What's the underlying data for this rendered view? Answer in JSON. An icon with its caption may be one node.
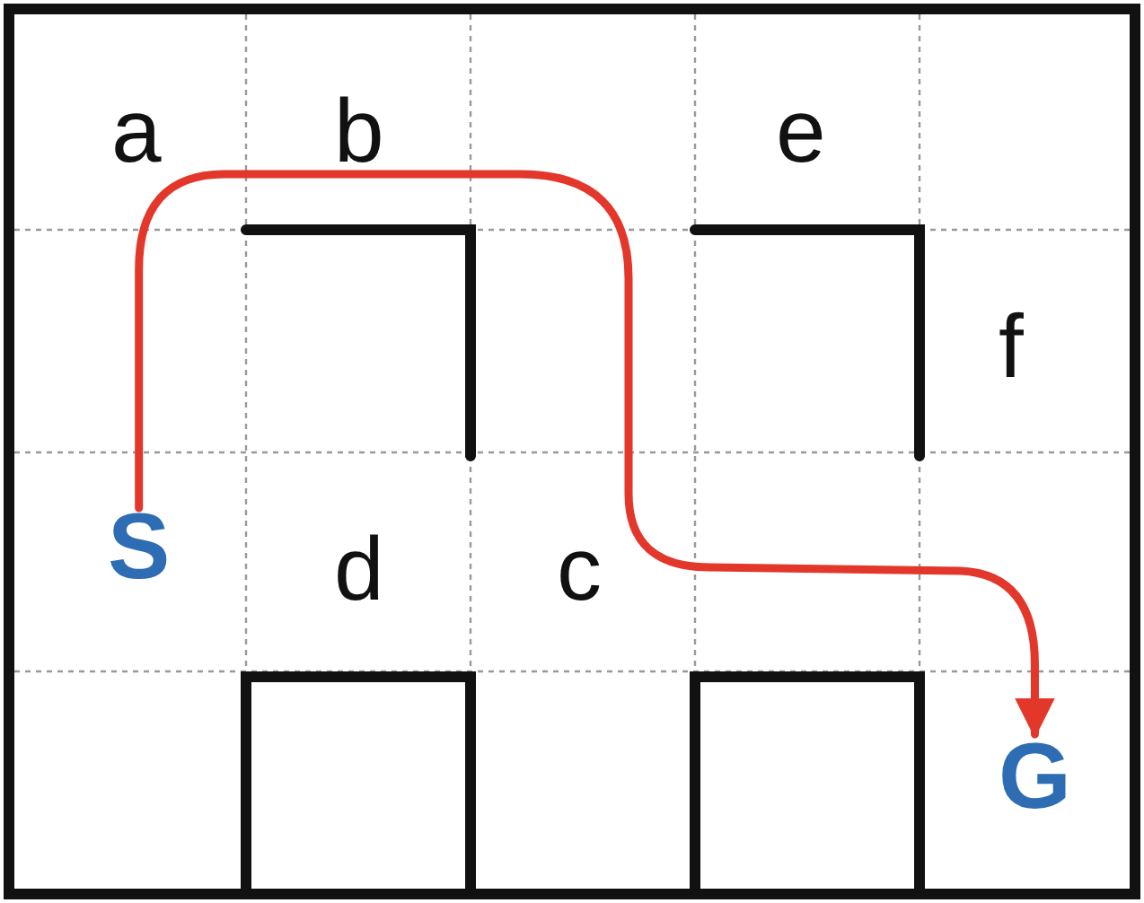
{
  "diagram": {
    "nodes": [
      {
        "text": [
          "S"
        ]
      },
      {
        "text": [
          "G"
        ]
      }
    ],
    "edges": [
      {
        "from": 0,
        "to": 1,
        "arrow": "to",
        "color": "#e2372a"
      }
    ],
    "labels": [
      "a",
      "b",
      "e",
      "f",
      "d",
      "c"
    ]
  }
}
